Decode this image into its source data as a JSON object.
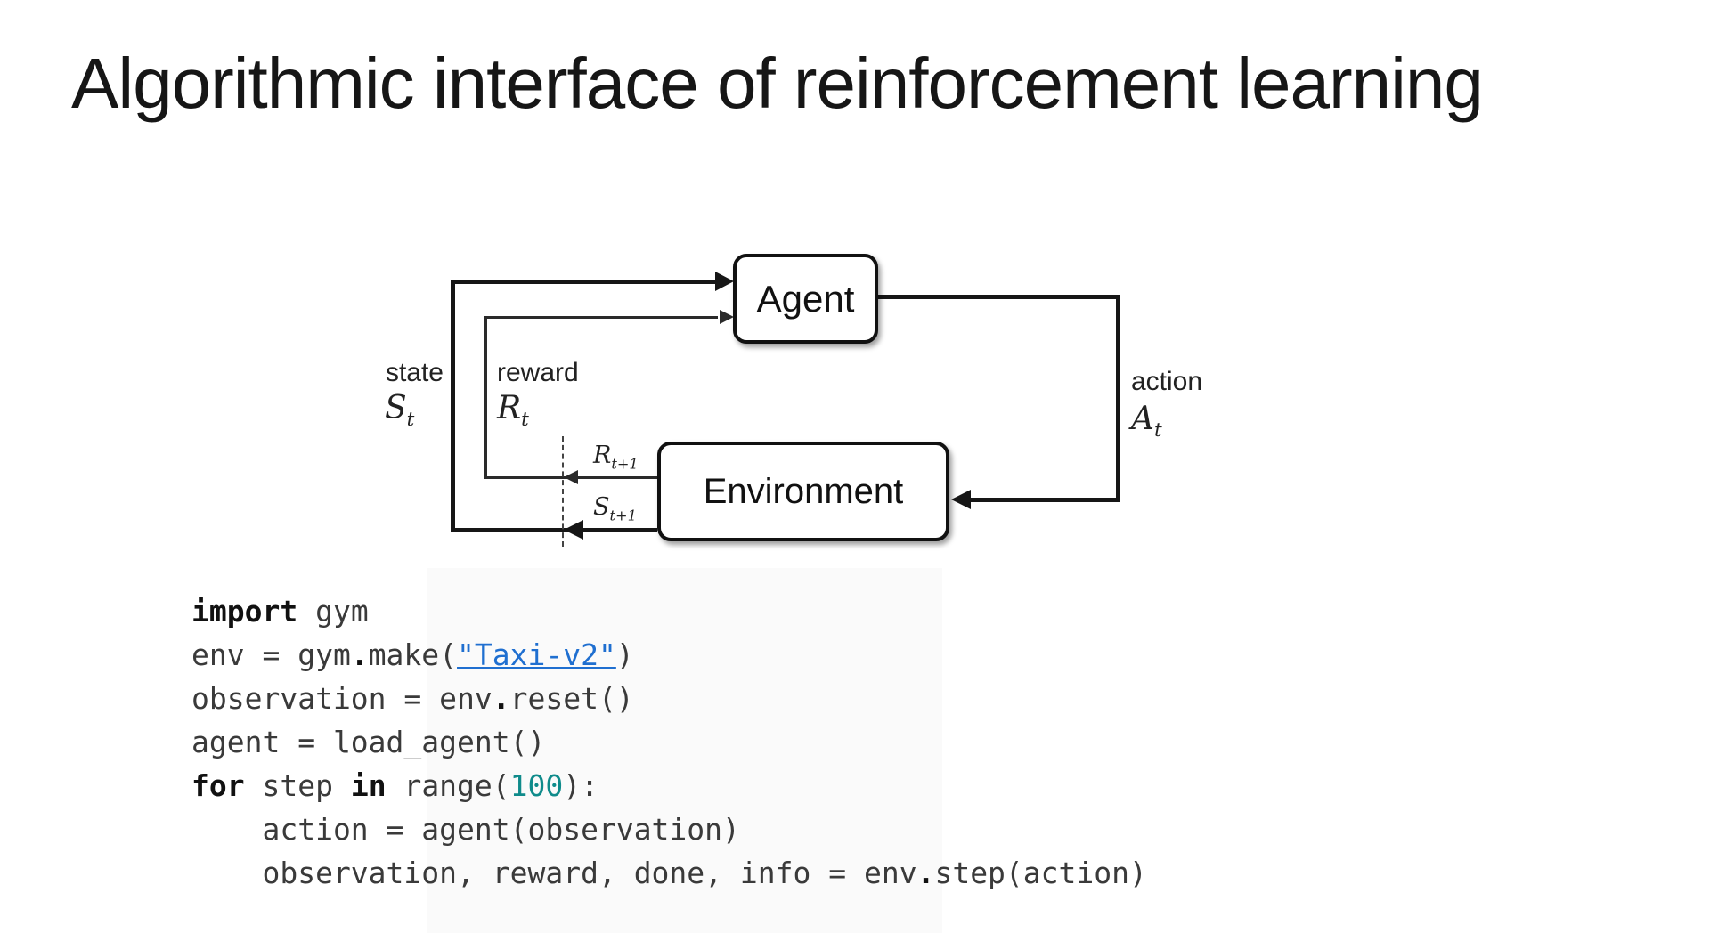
{
  "title": "Algorithmic interface of reinforcement learning",
  "diagram": {
    "agent_label": "Agent",
    "environment_label": "Environment",
    "state_label": "state",
    "state_symbol": {
      "base": "S",
      "sub": "t"
    },
    "reward_label": "reward",
    "reward_symbol": {
      "base": "R",
      "sub": "t"
    },
    "action_label": "action",
    "action_symbol": {
      "base": "A",
      "sub": "t"
    },
    "next_reward_symbol": {
      "base": "R",
      "sub": "t+1"
    },
    "next_state_symbol": {
      "base": "S",
      "sub": "t+1"
    }
  },
  "code": {
    "lines": [
      {
        "tokens": [
          {
            "text": "import",
            "style": "kw"
          },
          {
            "text": " gym",
            "style": "plain"
          }
        ]
      },
      {
        "tokens": [
          {
            "text": "env = gym",
            "style": "plain"
          },
          {
            "text": ".",
            "style": "dot"
          },
          {
            "text": "make(",
            "style": "plain"
          },
          {
            "text": "\"Taxi-v2\"",
            "style": "str"
          },
          {
            "text": ")",
            "style": "plain"
          }
        ]
      },
      {
        "tokens": [
          {
            "text": "observation = env",
            "style": "plain"
          },
          {
            "text": ".",
            "style": "dot"
          },
          {
            "text": "reset()",
            "style": "plain"
          }
        ]
      },
      {
        "tokens": [
          {
            "text": "agent = load_agent()",
            "style": "plain"
          }
        ]
      },
      {
        "tokens": [
          {
            "text": "for",
            "style": "kw"
          },
          {
            "text": " step ",
            "style": "plain"
          },
          {
            "text": "in",
            "style": "kw"
          },
          {
            "text": " range(",
            "style": "plain"
          },
          {
            "text": "100",
            "style": "num"
          },
          {
            "text": "):",
            "style": "plain"
          }
        ]
      },
      {
        "tokens": [
          {
            "text": "    action = agent(observation)",
            "style": "plain"
          }
        ]
      },
      {
        "tokens": [
          {
            "text": "    observation, reward, done, info = env",
            "style": "plain"
          },
          {
            "text": ".",
            "style": "dot"
          },
          {
            "text": "step(action)",
            "style": "plain"
          }
        ]
      }
    ]
  },
  "colors": {
    "title_text": "#161616",
    "line": "#161616",
    "code_default": "#3a3a3a",
    "keyword": "#111111",
    "string_link": "#1f6fd0",
    "number": "#0f8b8b"
  }
}
